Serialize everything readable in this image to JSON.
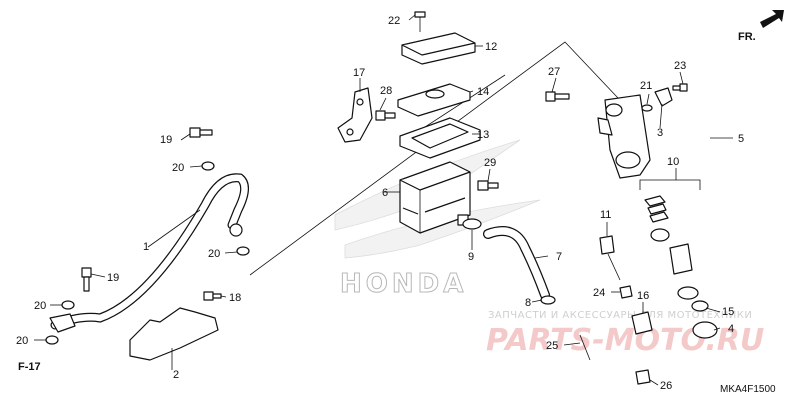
{
  "diagram": {
    "direction_label": "FR.",
    "reference_label": "F-17",
    "diagram_code": "MKA4F1500",
    "watermark_text": "ЗАПЧАСТИ И АКСЕССУАРЫ ДЛЯ МОТОТЕХНИКИ",
    "watermark_site": "PARTS-MOTO.RU",
    "ghost_logo": "HONDA",
    "callouts": [
      {
        "id": "p1",
        "label": "1"
      },
      {
        "id": "p2",
        "label": "2"
      },
      {
        "id": "p3",
        "label": "3"
      },
      {
        "id": "p4",
        "label": "4"
      },
      {
        "id": "p5",
        "label": "5"
      },
      {
        "id": "p6",
        "label": "6"
      },
      {
        "id": "p7",
        "label": "7"
      },
      {
        "id": "p8",
        "label": "8"
      },
      {
        "id": "p9",
        "label": "9"
      },
      {
        "id": "p10",
        "label": "10"
      },
      {
        "id": "p11",
        "label": "11"
      },
      {
        "id": "p12",
        "label": "12"
      },
      {
        "id": "p13",
        "label": "13"
      },
      {
        "id": "p14",
        "label": "14"
      },
      {
        "id": "p15",
        "label": "15"
      },
      {
        "id": "p16",
        "label": "16"
      },
      {
        "id": "p17",
        "label": "17"
      },
      {
        "id": "p18",
        "label": "18"
      },
      {
        "id": "p19a",
        "label": "19"
      },
      {
        "id": "p19b",
        "label": "19"
      },
      {
        "id": "p20a",
        "label": "20"
      },
      {
        "id": "p20b",
        "label": "20"
      },
      {
        "id": "p20c",
        "label": "20"
      },
      {
        "id": "p20d",
        "label": "20"
      },
      {
        "id": "p21",
        "label": "21"
      },
      {
        "id": "p22",
        "label": "22"
      },
      {
        "id": "p23",
        "label": "23"
      },
      {
        "id": "p24",
        "label": "24"
      },
      {
        "id": "p25",
        "label": "25"
      },
      {
        "id": "p26",
        "label": "26"
      },
      {
        "id": "p27",
        "label": "27"
      },
      {
        "id": "p28",
        "label": "28"
      },
      {
        "id": "p29",
        "label": "29"
      }
    ]
  }
}
